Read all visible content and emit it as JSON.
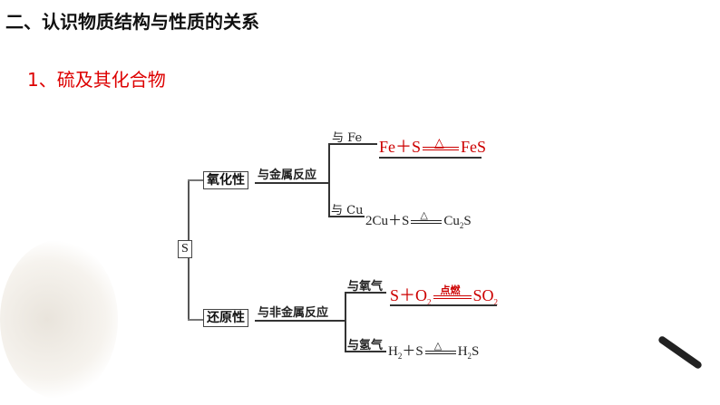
{
  "title": "二、认识物质结构与性质的关系",
  "subtitle": "1、硫及其化合物",
  "diagram": {
    "root": "S",
    "oxidizing": {
      "label": "氧化性",
      "reaction": "与金属反应",
      "fe": {
        "label": "与 Fe",
        "lhs": "Fe＋S",
        "cond": "△",
        "rhs": "FeS"
      },
      "cu": {
        "label": "与 Cu",
        "lhs": "2Cu＋S",
        "cond": "△",
        "rhs": "Cu",
        "rhs_sub": "2",
        "rhs_end": "S"
      }
    },
    "reducing": {
      "label": "还原性",
      "reaction": "与非金属反应",
      "o2": {
        "label": "与氧气",
        "lhs": "S＋O",
        "lhs_sub": "2",
        "cond": "点燃",
        "rhs": "SO",
        "rhs_sub": "2"
      },
      "h2": {
        "label": "与氢气",
        "lhs": "H",
        "lhs_sub": "2",
        "lhs_end": "＋S",
        "cond": "△",
        "rhs": "H",
        "rhs_sub": "2",
        "rhs_end": "S"
      }
    }
  }
}
